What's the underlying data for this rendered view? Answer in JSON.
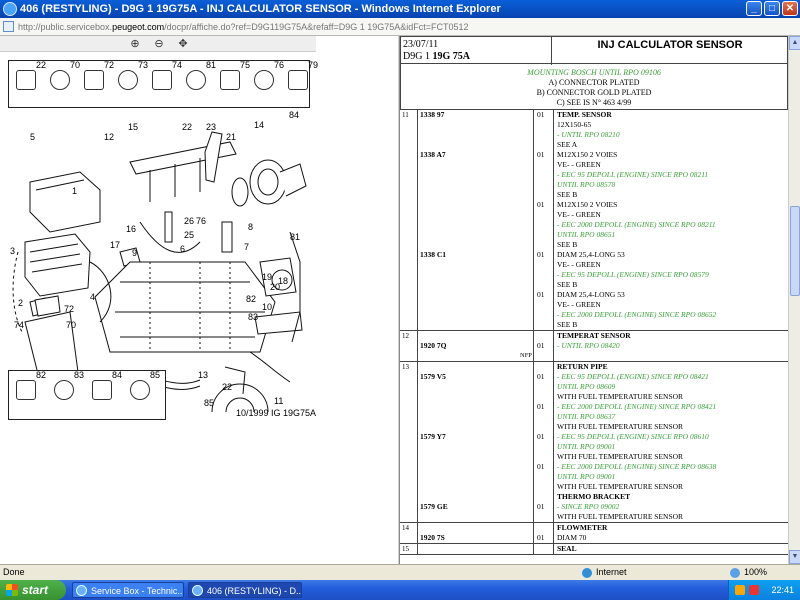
{
  "window": {
    "title": "406 (RESTYLING) - D9G 1 19G75A - INJ CALCULATOR SENSOR - Windows Internet Explorer",
    "minimize": "_",
    "maximize": "□",
    "close": "✕"
  },
  "address": {
    "prefix": "http://public.servicebox.",
    "host": "peugeot.com",
    "rest": "/docpr/affiche.do?ref=D9G119G75A&refaff=D9G 1 19G75A&idFct=FCT0512"
  },
  "toolbar": {
    "zoom_in": "⊕",
    "zoom_out": "⊖",
    "zoom_move": "✥"
  },
  "diagram": {
    "top_parts": [
      "22",
      "70",
      "72",
      "73",
      "74",
      "81",
      "75",
      "76",
      "79"
    ],
    "bottom_parts": [
      "82",
      "83",
      "84",
      "85"
    ],
    "callouts": [
      "5",
      "12",
      "15",
      "22",
      "23",
      "21",
      "14",
      "84",
      "1",
      "16",
      "26",
      "25",
      "76",
      "8",
      "6",
      "81",
      "17",
      "9",
      "7",
      "3",
      "2",
      "72",
      "70",
      "4",
      "74",
      "83",
      "82",
      "20",
      "19",
      "18",
      "10",
      "73",
      "75",
      "13",
      "22",
      "85",
      "11"
    ],
    "caption": "10/1999   IG 19G75A"
  },
  "doc": {
    "date": "23/07/11",
    "code_prefix": "D9G 1 ",
    "code_bold": "19G 75A",
    "title": "INJ CALCULATOR SENSOR",
    "notes": {
      "green": "MOUNTING BOSCH UNTIL RPO 09106",
      "a": "A) CONNECTOR PLATED",
      "b": "B) CONNECTOR GOLD PLATED",
      "c": "C) SEE IS N° 463 4/99"
    },
    "groups": [
      {
        "no": "11",
        "lines": [
          {
            "ref": "1338 97",
            "qty": "01",
            "desc": "TEMP. SENSOR",
            "style": "b"
          },
          {
            "ref": "",
            "qty": "",
            "desc": "12X150-65",
            "style": ""
          },
          {
            "ref": "",
            "qty": "",
            "desc": "- UNTIL RPO 08210",
            "style": "g"
          },
          {
            "ref": "",
            "qty": "",
            "desc": "SEE A",
            "style": ""
          },
          {
            "ref": "1338 A7",
            "qty": "01",
            "desc": "M12X150 2 VOIES",
            "style": ""
          },
          {
            "ref": "",
            "qty": "",
            "desc": "VE- - GREEN",
            "style": ""
          },
          {
            "ref": "",
            "qty": "",
            "desc": "- EEC 95 DEPOLL (ENGINE) SINCE RPO 08211",
            "style": "g"
          },
          {
            "ref": "",
            "qty": "",
            "desc": "UNTIL RPO 08578",
            "style": "g"
          },
          {
            "ref": "",
            "qty": "",
            "desc": "SEE B",
            "style": ""
          },
          {
            "ref": "",
            "qty": "01",
            "desc": "M12X150 2 VOIES",
            "style": ""
          },
          {
            "ref": "",
            "qty": "",
            "desc": "VE- - GREEN",
            "style": ""
          },
          {
            "ref": "",
            "qty": "",
            "desc": "- EEC 2000 DEPOLL (ENGINE) SINCE RPO 08211",
            "style": "g"
          },
          {
            "ref": "",
            "qty": "",
            "desc": "UNTIL RPO 08651",
            "style": "g"
          },
          {
            "ref": "",
            "qty": "",
            "desc": "SEE B",
            "style": ""
          },
          {
            "ref": "1338 C1",
            "qty": "01",
            "desc": "DIAM 25,4-LONG 53",
            "style": ""
          },
          {
            "ref": "",
            "qty": "",
            "desc": "VE- - GREEN",
            "style": ""
          },
          {
            "ref": "",
            "qty": "",
            "desc": "- EEC 95 DEPOLL (ENGINE) SINCE RPO 08579",
            "style": "g"
          },
          {
            "ref": "",
            "qty": "",
            "desc": "SEE B",
            "style": ""
          },
          {
            "ref": "",
            "qty": "01",
            "desc": "DIAM 25,4-LONG 53",
            "style": ""
          },
          {
            "ref": "",
            "qty": "",
            "desc": "VE- - GREEN",
            "style": ""
          },
          {
            "ref": "",
            "qty": "",
            "desc": "- EEC 2000 DEPOLL (ENGINE) SINCE RPO 08652",
            "style": "g"
          },
          {
            "ref": "",
            "qty": "",
            "desc": "SEE B",
            "style": ""
          }
        ]
      },
      {
        "no": "12",
        "lines": [
          {
            "ref": "",
            "qty": "",
            "desc": "TEMPERAT SENSOR",
            "style": "b"
          },
          {
            "ref": "1920 7Q",
            "qty": "01",
            "desc": "- UNTIL RPO 08420",
            "style": "g"
          },
          {
            "ref": "",
            "qty": "",
            "desc": "",
            "style": "",
            "tag": "NFP"
          }
        ]
      },
      {
        "no": "13",
        "lines": [
          {
            "ref": "",
            "qty": "",
            "desc": "RETURN PIPE",
            "style": "b"
          },
          {
            "ref": "1579 V5",
            "qty": "01",
            "desc": "- EEC 95 DEPOLL (ENGINE) SINCE RPO 08421",
            "style": "g"
          },
          {
            "ref": "",
            "qty": "",
            "desc": "UNTIL RPO 08609",
            "style": "g"
          },
          {
            "ref": "",
            "qty": "",
            "desc": "WITH FUEL TEMPERATURE SENSOR",
            "style": ""
          },
          {
            "ref": "",
            "qty": "01",
            "desc": "- EEC 2000 DEPOLL (ENGINE) SINCE RPO 08421",
            "style": "g"
          },
          {
            "ref": "",
            "qty": "",
            "desc": "UNTIL RPO 08637",
            "style": "g"
          },
          {
            "ref": "",
            "qty": "",
            "desc": "WITH FUEL TEMPERATURE SENSOR",
            "style": ""
          },
          {
            "ref": "1579 Y7",
            "qty": "01",
            "desc": "- EEC 95 DEPOLL (ENGINE) SINCE RPO 08610",
            "style": "g"
          },
          {
            "ref": "",
            "qty": "",
            "desc": "UNTIL RPO 09001",
            "style": "g"
          },
          {
            "ref": "",
            "qty": "",
            "desc": "WITH FUEL TEMPERATURE SENSOR",
            "style": ""
          },
          {
            "ref": "",
            "qty": "01",
            "desc": "- EEC 2000 DEPOLL (ENGINE) SINCE RPO 08638",
            "style": "g"
          },
          {
            "ref": "",
            "qty": "",
            "desc": "UNTIL RPO 09001",
            "style": "g"
          },
          {
            "ref": "",
            "qty": "",
            "desc": "WITH FUEL TEMPERATURE SENSOR",
            "style": ""
          },
          {
            "ref": "",
            "qty": "",
            "desc": "THERMO BRACKET",
            "style": "b"
          },
          {
            "ref": "1579 GE",
            "qty": "01",
            "desc": "- SINCE RPO 09002",
            "style": "g"
          },
          {
            "ref": "",
            "qty": "",
            "desc": "WITH FUEL TEMPERATURE SENSOR",
            "style": ""
          }
        ]
      },
      {
        "no": "14",
        "lines": [
          {
            "ref": "",
            "qty": "",
            "desc": "FLOWMETER",
            "style": "b"
          },
          {
            "ref": "1920 7S",
            "qty": "01",
            "desc": "DIAM 70",
            "style": ""
          }
        ]
      },
      {
        "no": "15",
        "lines": [
          {
            "ref": "",
            "qty": "",
            "desc": "SEAL",
            "style": "b"
          }
        ]
      }
    ]
  },
  "status": {
    "done": "Done",
    "zone": "Internet",
    "zoom": "100%"
  },
  "taskbar": {
    "start": "start",
    "tasks": [
      "Service Box - Technic...",
      "406 (RESTYLING) - D..."
    ],
    "clock": "22:41"
  }
}
